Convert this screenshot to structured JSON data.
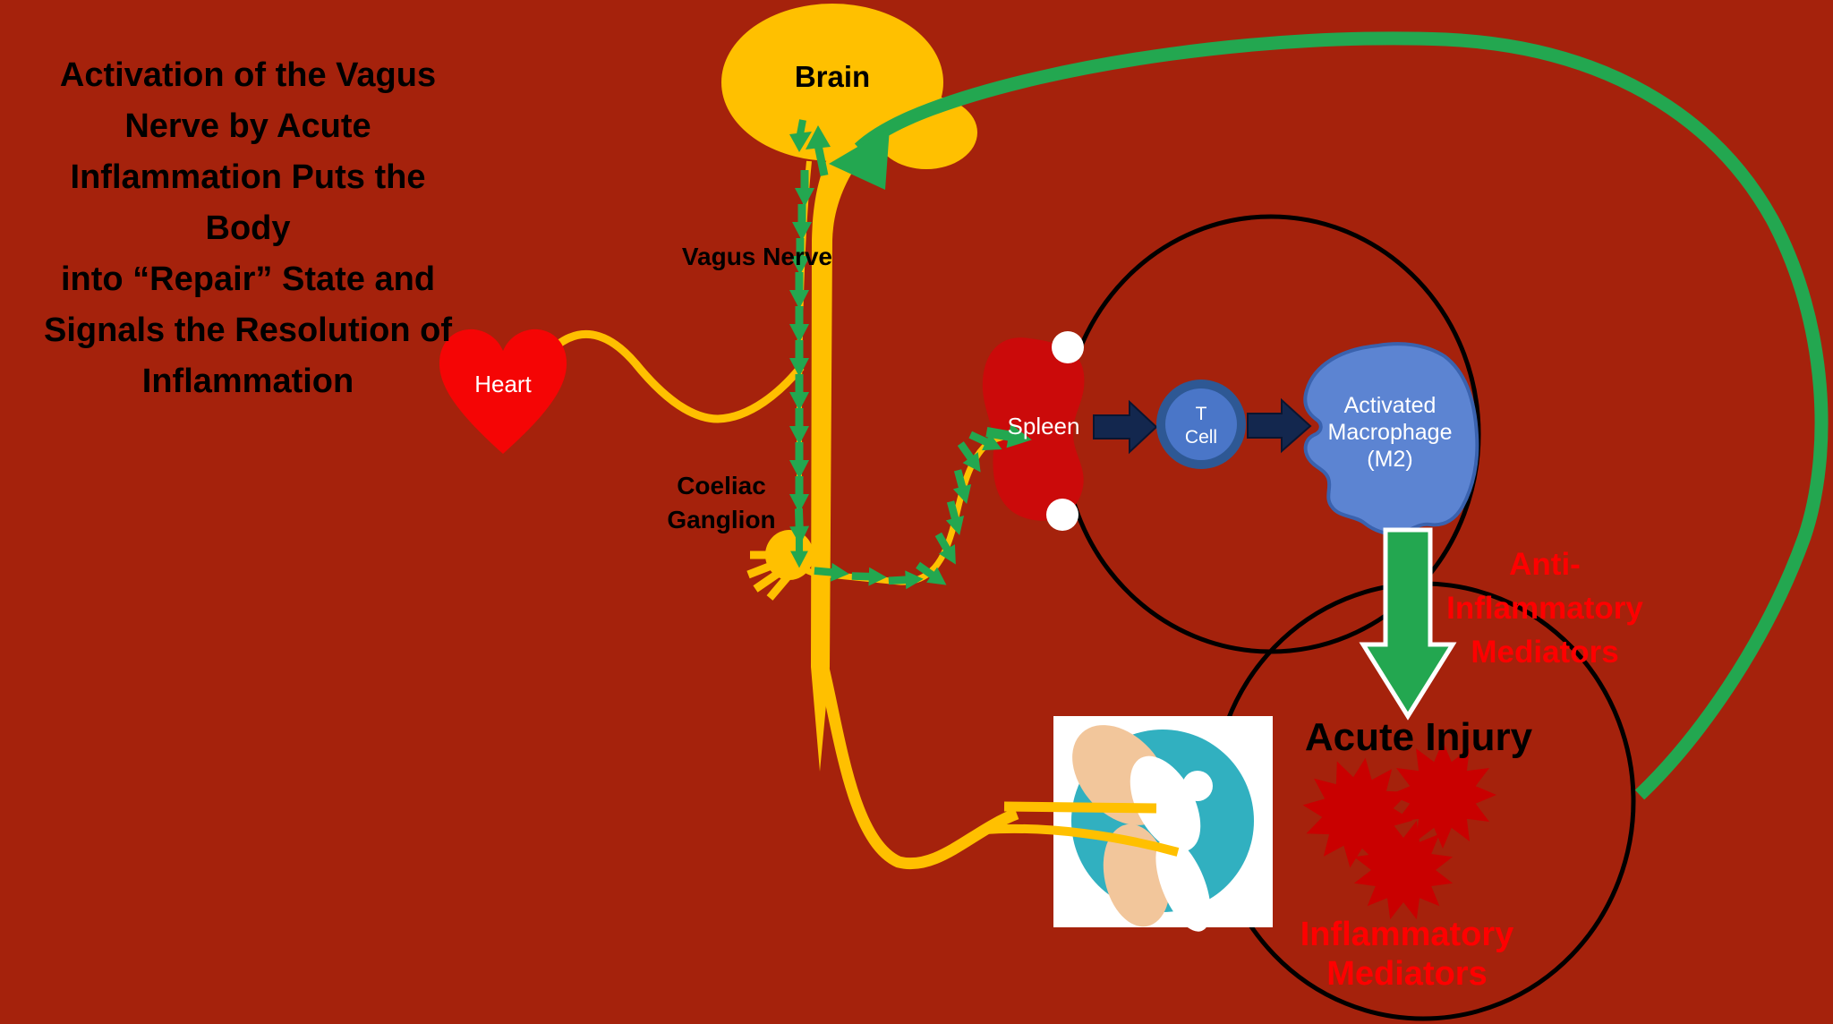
{
  "title": {
    "text": "Activation of the Vagus\nNerve by Acute\nInflammation Puts the Body\ninto “Repair” State and\nSignals the Resolution of\nInflammation"
  },
  "labels": {
    "brain": "Brain",
    "vagus_nerve": "Vagus Nerve",
    "coeliac_ganglion": "Coeliac\nGanglion",
    "heart": "Heart",
    "spleen": "Spleen",
    "t_cell": "T\nCell",
    "activated_macrophage": "Activated\nMacrophage\n(M2)",
    "anti_inflammatory_mediators": "Anti-\nInflammatory\nMediators",
    "acute_injury": "Acute Injury",
    "inflammatory_mediators": "Inflammatory\nMediators"
  },
  "colors": {
    "background": "#A5220C",
    "nerve_gold": "#FFC000",
    "signal_green": "#23A750",
    "pathway_navy": "#13274E",
    "heart_red": "#F50505",
    "spleen_red": "#CB0A0A",
    "starburst_red": "#C90000",
    "tcell_ring_blue": "#2E5894",
    "tcell_fill_blue": "#4A76C8",
    "macrophage_blue": "#5C84D2",
    "macrophage_outline": "#3A62AE",
    "knee_teal": "#31B0C0",
    "knee_skin": "#F2C69B",
    "mediator_text_red": "#FF0000",
    "circle_outline_black": "#000000"
  }
}
